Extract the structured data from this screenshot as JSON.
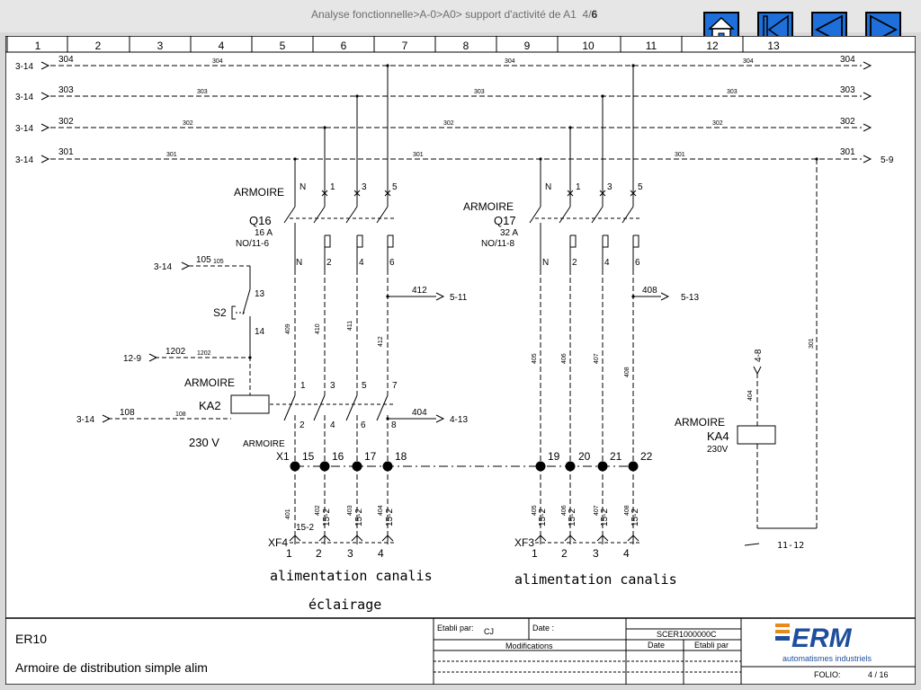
{
  "header": {
    "breadcrumb": "Analyse fonctionnelle>A-0>A0> support d'activité de A1",
    "page_current": "4",
    "page_sep": "/",
    "page_total": "6"
  },
  "nav": [
    {
      "id": "home",
      "icon": "home-icon"
    },
    {
      "id": "first",
      "icon": "first-page-icon"
    },
    {
      "id": "prev",
      "icon": "previous-arrow-icon"
    },
    {
      "id": "next",
      "icon": "next-arrow-icon"
    }
  ],
  "columns": [
    "1",
    "2",
    "3",
    "4",
    "5",
    "6",
    "7",
    "8",
    "9",
    "10",
    "11",
    "12",
    "13"
  ],
  "buses": [
    {
      "label": "304",
      "ref_left": "3-14",
      "ref_right": ""
    },
    {
      "label": "303",
      "ref_left": "3-14",
      "ref_right": ""
    },
    {
      "label": "302",
      "ref_left": "3-14",
      "ref_right": ""
    },
    {
      "label": "301",
      "ref_left": "3-14",
      "ref_right": "5-9"
    }
  ],
  "q16": {
    "cabinet": "ARMOIRE",
    "name": "Q16",
    "rating": "16 A",
    "contact": "NO/11-6",
    "poles_top": [
      "N",
      "1",
      "3",
      "5"
    ],
    "poles_bottom": [
      "N",
      "2",
      "4",
      "6"
    ],
    "wires": [
      "409",
      "410",
      "411",
      "412"
    ]
  },
  "q17": {
    "cabinet": "ARMOIRE",
    "name": "Q17",
    "rating": "32 A",
    "contact": "NO/11-8",
    "poles_top": [
      "N",
      "1",
      "3",
      "5"
    ],
    "poles_bottom": [
      "N",
      "2",
      "4",
      "6"
    ],
    "wires": [
      "405",
      "406",
      "407",
      "408"
    ]
  },
  "s2": {
    "name": "S2",
    "t1": "13",
    "t2": "14"
  },
  "wire_105": {
    "ref": "3-14",
    "label": "105",
    "small": "105"
  },
  "wire_1202": {
    "ref": "12-9",
    "label": "1202",
    "small": "1202"
  },
  "wire_108": {
    "ref": "3-14",
    "label": "108",
    "small": "108"
  },
  "ka2": {
    "cabinet": "ARMOIRE",
    "name": "KA2",
    "voltage": "230 V",
    "poles_top": [
      "1",
      "3",
      "5",
      "7"
    ],
    "poles_bottom": [
      "2",
      "4",
      "6",
      "8"
    ]
  },
  "ka4": {
    "cabinet": "ARMOIRE",
    "name": "KA4",
    "voltage": "230V",
    "ref_top": "4-8",
    "wire": "404",
    "ref_bottom": "11-12"
  },
  "vertical_301": "301",
  "refs": {
    "w412": {
      "label": "412",
      "ref": "5-11"
    },
    "w408": {
      "label": "408",
      "ref": "5-13"
    },
    "w404": {
      "label": "404",
      "ref": "4-13"
    }
  },
  "x1": {
    "cabinet": "ARMOIRE",
    "name": "X1",
    "terminals": [
      "15",
      "16",
      "17",
      "18",
      "19",
      "20",
      "21",
      "22"
    ]
  },
  "xf4": {
    "name": "XF4",
    "wires": [
      "401",
      "402",
      "403",
      "404"
    ],
    "refs": [
      "15-2",
      "15-2",
      "15-2",
      "15-2"
    ],
    "pins": [
      "1",
      "2",
      "3",
      "4"
    ],
    "side_ref": "15-2"
  },
  "xf3": {
    "name": "XF3",
    "wires": [
      "405",
      "406",
      "407",
      "408"
    ],
    "refs": [
      "15-2",
      "15-2",
      "15-2",
      "15-2"
    ],
    "pins": [
      "1",
      "2",
      "3",
      "4"
    ]
  },
  "captions": {
    "left1": "alimentation canalis",
    "left2": "éclairage",
    "right": "alimentation canalis"
  },
  "titleblock": {
    "code": "ER10",
    "title": "Armoire de distribution simple alim",
    "etabli_label": "Etabli par:",
    "etabli_value": "CJ",
    "date_label": "Date :",
    "modifications": "Modifications",
    "doc_ref": "SCER1000000C",
    "col_date": "Date",
    "col_etabli": "Etabli par",
    "logo_text": "ERM",
    "logo_tag": "automatismes industriels",
    "folio_label": "FOLIO:",
    "folio_value": "4 / 16"
  },
  "colors": {
    "brand_blue": "#1f4e9c",
    "brand_orange": "#e8891a",
    "nav_blue": "#1e6fd9"
  }
}
